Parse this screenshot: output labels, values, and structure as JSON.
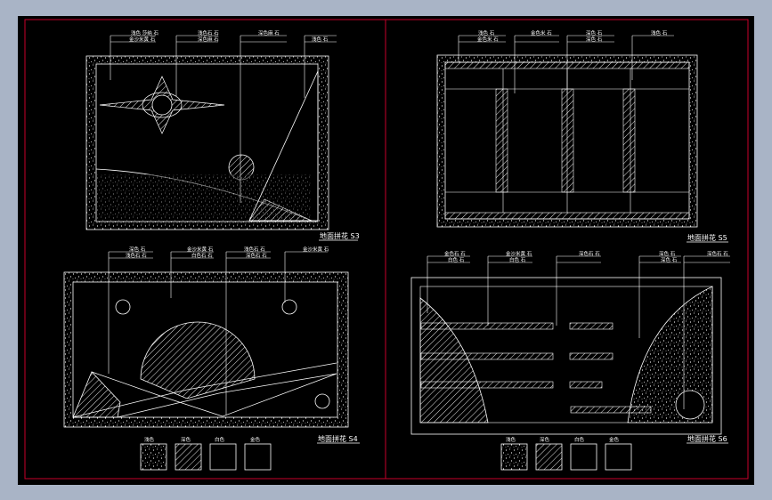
{
  "colors": {
    "background": "#000000",
    "frame": "#c8002a",
    "line": "#ffffff",
    "window": "#a9b4c6"
  },
  "panels": {
    "s3": {
      "title": "地面拼花 S3",
      "labels": [
        "浅色 莎纳 石",
        "金沙米黄 石",
        "浅色石 石",
        "深色麻 石",
        "深色麻 石",
        "浅色 石"
      ]
    },
    "s4": {
      "title": "地面拼花 S4",
      "labels": [
        "深色 石",
        "浅色石 石",
        "金沙米黄 石",
        "白色石 石",
        "浅色石 石",
        "深色石 石",
        "金沙米黄 石"
      ]
    },
    "s5": {
      "title": "地面拼花 S5",
      "labels": [
        "浅色 石",
        "金色米 石",
        "金色米 石",
        "深色 石",
        "深色 石",
        "浅色 石"
      ]
    },
    "s6": {
      "title": "地面拼花 S6",
      "labels": [
        "金色石 石",
        "白色 石",
        "金沙米黄 石",
        "白色 石",
        "深色石 石",
        "深色 石",
        "深色 石",
        "深色石 石"
      ]
    }
  },
  "legends": {
    "left": [
      "浅色",
      "深色",
      "白色",
      "金色"
    ],
    "right": [
      "浅色",
      "深色",
      "白色",
      "金色"
    ]
  }
}
